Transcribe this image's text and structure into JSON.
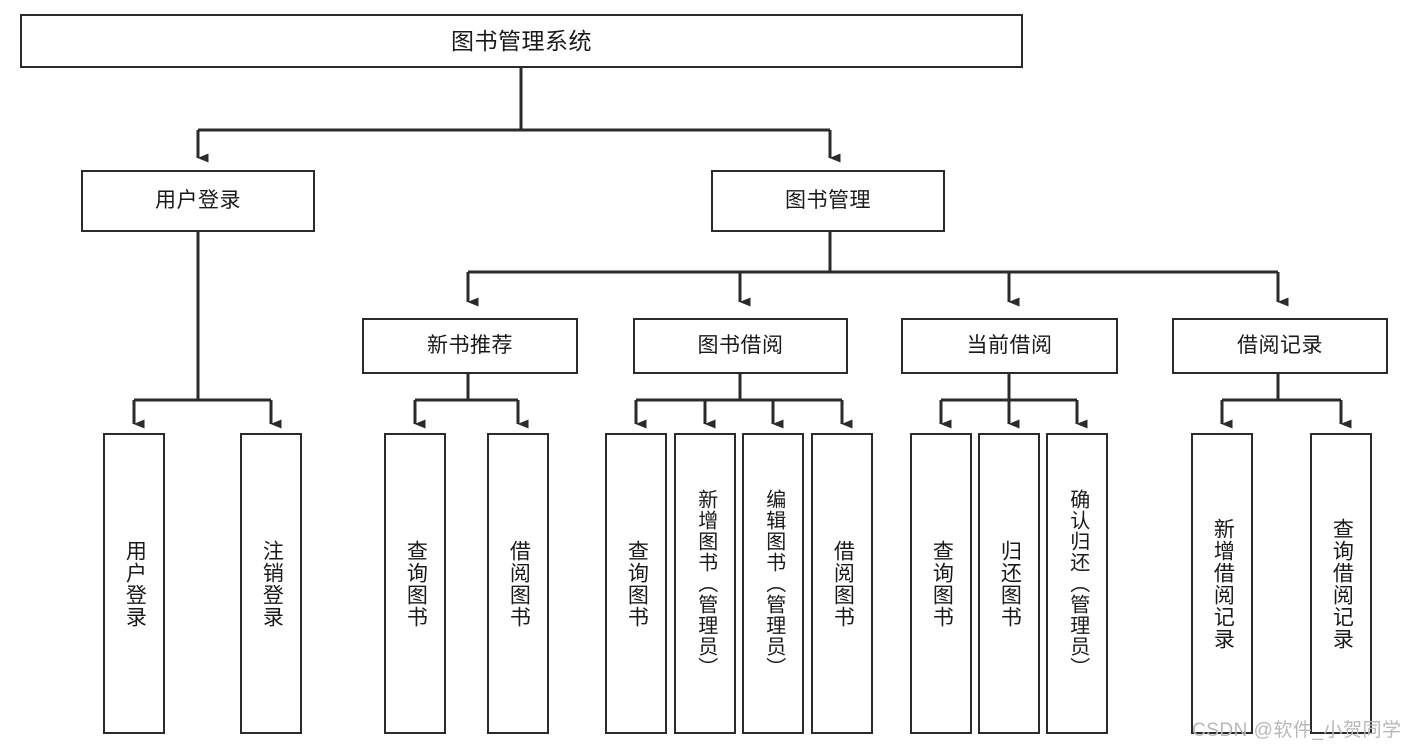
{
  "diagram": {
    "type": "tree-hierarchy-chart",
    "title": "图书管理系统",
    "line_color": "#2b2b2b",
    "box_fill": "#ffffff",
    "text_color": "#1a1a1a",
    "root": {
      "label": "图书管理系统",
      "level": 1
    },
    "level2": [
      {
        "label": "用户登录"
      },
      {
        "label": "图书管理"
      }
    ],
    "level3": [
      {
        "label": "新书推荐"
      },
      {
        "label": "图书借阅"
      },
      {
        "label": "当前借阅"
      },
      {
        "label": "借阅记录"
      }
    ],
    "leaves": {
      "user_login": [
        {
          "label": "用户登录"
        },
        {
          "label": "注销登录"
        }
      ],
      "new_book_recommend": [
        {
          "label": "查询图书"
        },
        {
          "label": "借阅图书"
        }
      ],
      "book_borrow": [
        {
          "label": "查询图书"
        },
        {
          "label": "新增图书（管理员）"
        },
        {
          "label": "编辑图书（管理员）"
        },
        {
          "label": "借阅图书"
        }
      ],
      "current_borrow": [
        {
          "label": "查询图书"
        },
        {
          "label": "归还图书"
        },
        {
          "label": "确认归还（管理员）"
        }
      ],
      "borrow_record": [
        {
          "label": "新增借阅记录"
        },
        {
          "label": "查询借阅记录"
        }
      ]
    }
  },
  "watermark": {
    "text": "CSDN @软件_小贺同学"
  }
}
